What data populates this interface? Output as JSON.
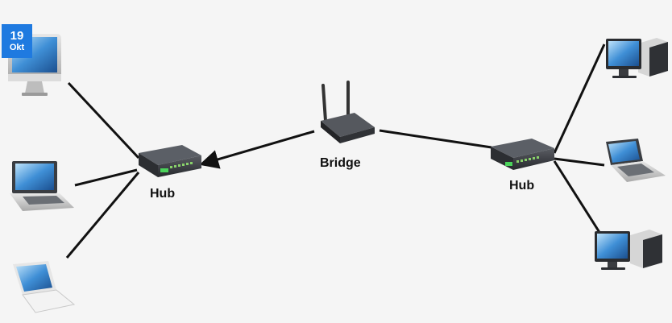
{
  "date_badge": {
    "day": "19",
    "month": "Okt",
    "color": "#1f7ae0"
  },
  "labels": {
    "bridge": "Bridge",
    "hub_left": "Hub",
    "hub_right": "Hub"
  },
  "icons": [
    "imac-icon",
    "laptop-icon",
    "laptop-icon",
    "network-hub-icon",
    "wireless-router-icon",
    "network-hub-icon",
    "desktop-pc-icon",
    "laptop-icon",
    "desktop-pc-icon"
  ]
}
